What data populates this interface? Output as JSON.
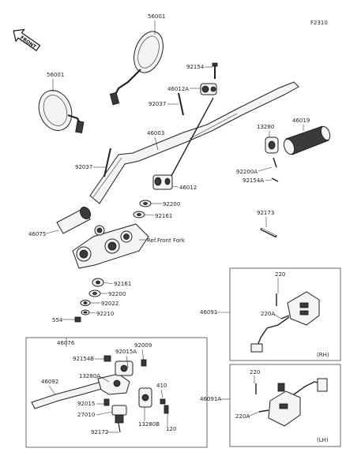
{
  "figure_code": "F2310",
  "front_badge": "FRONT",
  "ref_note": "Ref.Front Fork",
  "parts": {
    "mirror_right": "56001",
    "mirror_left": "56001",
    "bolt_92154_top": "92154",
    "holder_46012A": "46012A",
    "stud_92037_top": "92037",
    "handlebar": "46003",
    "stud_92037_left": "92037",
    "holder_46012": "46012",
    "washer_92200_top": "92200",
    "washer_92161_top": "92161",
    "weight_46075": "46075",
    "washer_92161_bottom": "92161",
    "washer_92200_bottom": "92200",
    "washer_92022": "92022",
    "nut_92210": "92210",
    "bolt_554": "554",
    "grip_46019": "46019",
    "holder_13280": "13280",
    "pin_92200A": "92200A",
    "screw_92154A": "92154A",
    "band_92173": "92173",
    "switch_rh_220": "220",
    "switch_rh_46091": "46091",
    "switch_rh_220A": "220A",
    "switch_rh_tag": "(RH)",
    "switch_lh_220": "220",
    "switch_lh_46091A": "46091A",
    "switch_lh_220A": "220A",
    "switch_lh_tag": "(LH)",
    "clutch_46076": "46076",
    "clutch_92009": "92009",
    "clutch_92015A": "92015A",
    "clutch_92154B": "92154B",
    "clutch_13280A": "13280A",
    "clutch_lever_46092": "46092",
    "clutch_410": "410",
    "clutch_92015": "92015",
    "clutch_27010": "27010",
    "clutch_13280B": "13280B",
    "clutch_120": "120",
    "clutch_92172": "92172"
  }
}
